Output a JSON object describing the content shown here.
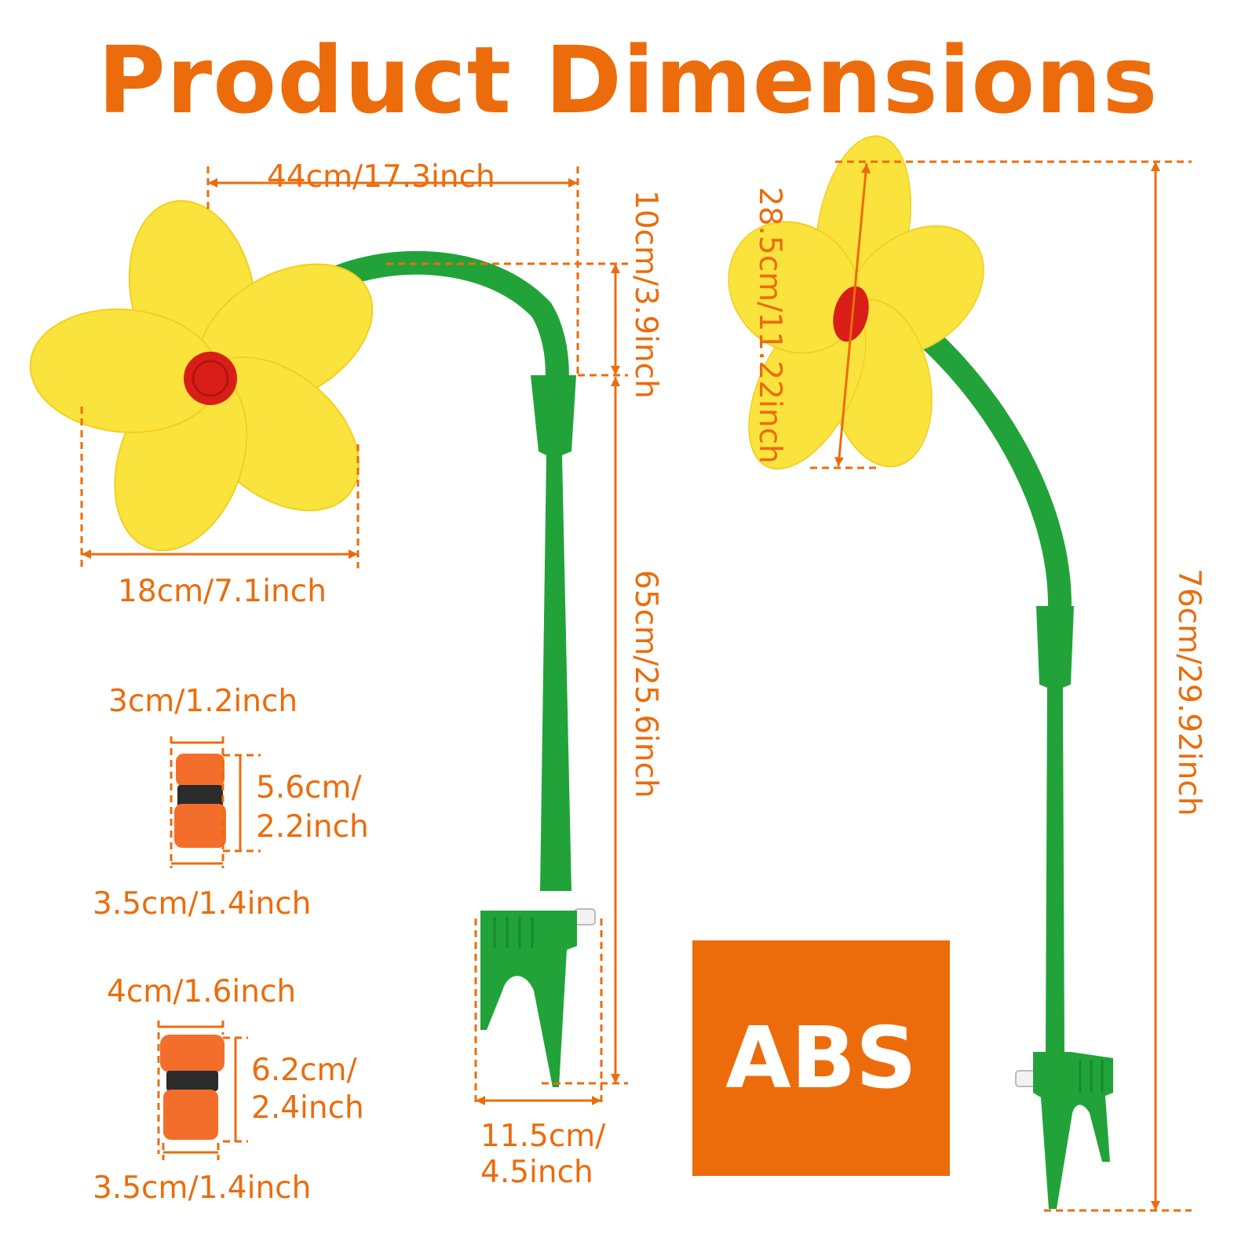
{
  "title": "Product Dimensions",
  "colors": {
    "accent": "#ec6c0c",
    "petal": "#fbe33d",
    "petal_edge": "#f2cf1e",
    "center": "#d91e18",
    "stem": "#22a33a",
    "stem_dark": "#168a2c",
    "connector_orange": "#f46e2b",
    "connector_black": "#2b2b2b",
    "label_text": "#ec6c0c",
    "material_text": "#ffffff"
  },
  "dimensions": {
    "head_span": "44cm/17.3inch",
    "bend_drop": "10cm/3.9inch",
    "flower_width": "18cm/7.1inch",
    "stake_height": "65cm/25.6inch",
    "base_width_line1": "11.5cm/",
    "base_width_line2": "4.5inch",
    "flower_diameter": "28.5cm/11.22inch",
    "total_height": "76cm/29.92inch"
  },
  "connector_small": {
    "top_width": "3cm/1.2inch",
    "height_line1": "5.6cm/",
    "height_line2": "2.2inch",
    "bottom_width": "3.5cm/1.4inch"
  },
  "connector_large": {
    "top_width": "4cm/1.6inch",
    "height_line1": "6.2cm/",
    "height_line2": "2.4inch",
    "bottom_width": "3.5cm/1.4inch"
  },
  "material": "ABS"
}
